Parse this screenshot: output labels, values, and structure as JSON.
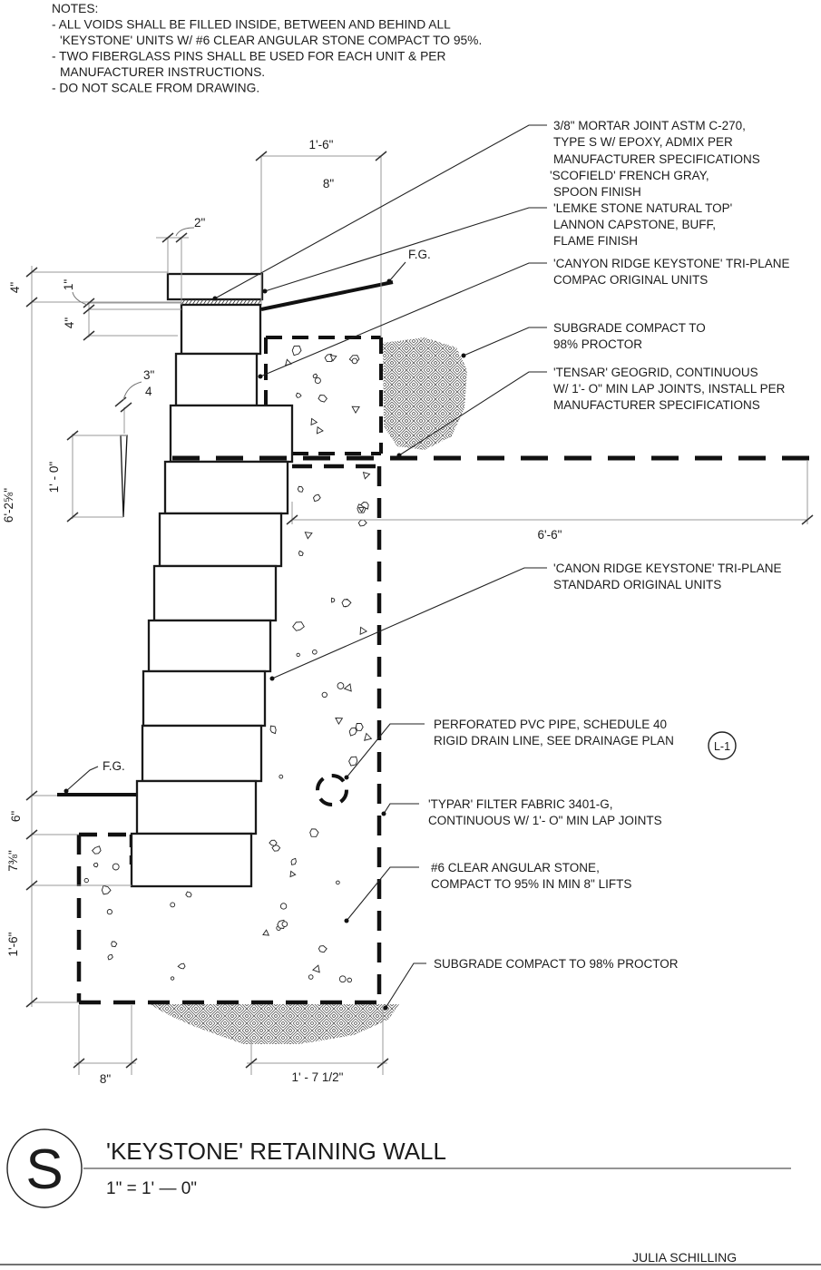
{
  "notes": {
    "title": "NOTES:",
    "lines": [
      "- ALL VOIDS SHALL BE FILLED INSIDE, BETWEEN AND BEHIND ALL",
      "'KEYSTONE' UNITS W/ #6 CLEAR ANGULAR STONE COMPACT TO 95%.",
      "- TWO FIBERGLASS PINS SHALL BE USED FOR EACH UNIT & PER",
      "MANUFACTURER INSTRUCTIONS.",
      "- DO NOT SCALE FROM DRAWING."
    ]
  },
  "callouts": [
    {
      "id": "mortar-joint",
      "lines": [
        "3/8\" MORTAR JOINT ASTM C-270,",
        "TYPE S W/ EPOXY, ADMIX PER",
        "MANUFACTURER SPECIFICATIONS",
        "'SCOFIELD'  FRENCH GRAY,",
        "SPOON FINISH"
      ]
    },
    {
      "id": "capstone",
      "lines": [
        "'LEMKE STONE NATURAL TOP'",
        "LANNON CAPSTONE, BUFF,",
        "FLAME FINISH"
      ]
    },
    {
      "id": "compac-units",
      "lines": [
        "'CANYON RIDGE KEYSTONE' TRI-PLANE",
        "COMPAC ORIGINAL UNITS"
      ]
    },
    {
      "id": "subgrade-upper",
      "lines": [
        "SUBGRADE COMPACT TO",
        "98% PROCTOR"
      ]
    },
    {
      "id": "geogrid",
      "lines": [
        "'TENSAR' GEOGRID, CONTINUOUS",
        "W/ 1'- O\" MIN LAP JOINTS, INSTALL PER",
        "MANUFACTURER SPECIFICATIONS"
      ]
    },
    {
      "id": "standard-units",
      "lines": [
        "'CANON RIDGE KEYSTONE' TRI-PLANE",
        "STANDARD ORIGINAL UNITS"
      ]
    },
    {
      "id": "drain-pipe",
      "lines": [
        "PERFORATED PVC PIPE, SCHEDULE 40",
        "RIGID DRAIN LINE, SEE DRAINAGE PLAN"
      ]
    },
    {
      "id": "filter-fabric",
      "lines": [
        "'TYPAR' FILTER FABRIC 3401-G,",
        "CONTINUOUS W/ 1'- O\" MIN LAP JOINTS"
      ]
    },
    {
      "id": "angular-stone",
      "lines": [
        "#6 CLEAR ANGULAR STONE,",
        "COMPACT TO 95% IN MIN 8\" LIFTS"
      ]
    },
    {
      "id": "subgrade-lower",
      "lines": [
        "SUBGRADE COMPACT TO  98% PROCTOR"
      ]
    }
  ],
  "dimensions": {
    "top_width": "1'-6\"",
    "top_setback": "8\"",
    "cap_overhang": "2\"",
    "cap_height": "4\"",
    "mortar_joint": "1\"",
    "top_unit": "4\"",
    "setback_num": "3\"",
    "setback_den": "4",
    "pin_length": "1' - 0\"",
    "exposed_height": "6'-2⅝\"",
    "embed_depth": "6\"",
    "buried_unit": "7⅜\"",
    "base_layer": "1'-6\"",
    "geogrid_length": "6'-6\"",
    "toe_width": "8\"",
    "heel_width": "1' - 7 1/2\""
  },
  "labels": {
    "finished_grade_top": "F.G.",
    "finished_grade_bottom": "F.G.",
    "drain_detail_ref": "L-1"
  },
  "title_block": {
    "detail_letter": "S",
    "title": "'KEYSTONE' RETAINING WALL",
    "scale": "1\" = 1' — 0\"",
    "author": "JULIA SCHILLING"
  },
  "colors": {
    "line": "#1a1a1a",
    "extension_line": "#9a9a9a",
    "background": "#ffffff"
  }
}
